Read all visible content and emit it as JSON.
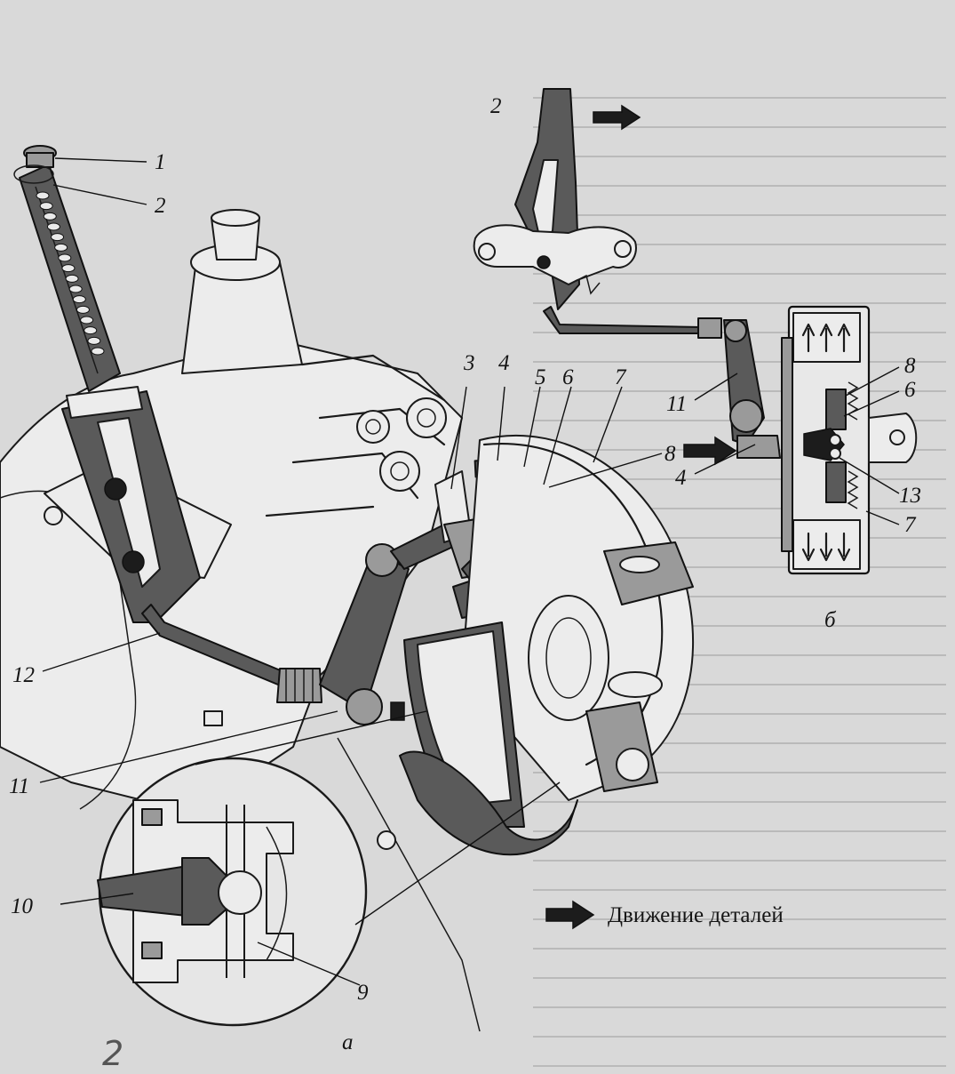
{
  "diagram": {
    "callouts": [
      {
        "key": "a-1",
        "text": "1"
      },
      {
        "key": "a-2",
        "text": "2"
      },
      {
        "key": "a-3",
        "text": "3"
      },
      {
        "key": "a-4",
        "text": "4"
      },
      {
        "key": "a-5",
        "text": "5"
      },
      {
        "key": "a-6",
        "text": "6"
      },
      {
        "key": "a-7",
        "text": "7"
      },
      {
        "key": "a-8",
        "text": "8"
      },
      {
        "key": "a-12",
        "text": "12"
      },
      {
        "key": "a-11",
        "text": "11"
      },
      {
        "key": "a-10",
        "text": "10"
      },
      {
        "key": "a-9",
        "text": "9"
      },
      {
        "key": "b-2",
        "text": "2"
      },
      {
        "key": "b-11",
        "text": "11"
      },
      {
        "key": "b-8",
        "text": "8"
      },
      {
        "key": "b-6",
        "text": "6"
      },
      {
        "key": "b-4",
        "text": "4"
      },
      {
        "key": "b-13",
        "text": "13"
      },
      {
        "key": "b-7",
        "text": "7"
      }
    ],
    "view_a_label": "а",
    "view_b_label": "б",
    "legend_text": "Движение деталей",
    "handwritten_mark": "2"
  },
  "colors": {
    "paper": "#d9d9d9",
    "ink": "#141414",
    "dark_fill": "#5a5a5a",
    "mid_fill": "#9a9a9a"
  }
}
